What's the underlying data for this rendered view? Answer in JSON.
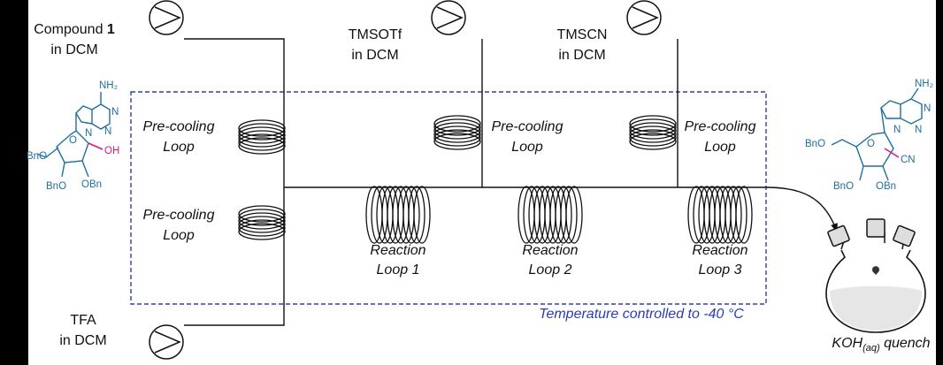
{
  "feeds": {
    "compound": {
      "line1_prefix": "Compound ",
      "line1_bold": "1",
      "line2": "in DCM"
    },
    "tmsotf": {
      "line1": "TMSOTf",
      "line2": "in DCM"
    },
    "tmscn": {
      "line1": "TMSCN",
      "line2": "in DCM"
    },
    "tfa": {
      "line1": "TFA",
      "line2": "in DCM"
    }
  },
  "precooling": {
    "line1": "Pre-cooling",
    "line2": "Loop"
  },
  "reaction_loops": [
    {
      "line1": "Reaction",
      "line2": "Loop 1"
    },
    {
      "line1": "Reaction",
      "line2": "Loop 2"
    },
    {
      "line1": "Reaction",
      "line2": "Loop 3"
    }
  ],
  "temperature_note": "Temperature  controlled to -40 °C",
  "quench": {
    "main": "KOH",
    "sub": "(aq)",
    "suffix": " quench"
  },
  "start_material": {
    "nh2": "NH₂",
    "n1": "N",
    "n2": "N",
    "n3": "N",
    "o_ring": "O",
    "oh": "OH",
    "bno_5": "BnO",
    "bno_3": "BnO",
    "obn_2": "OBn"
  },
  "product": {
    "nh2": "NH₂",
    "n1": "N",
    "n2": "N",
    "n3": "N",
    "o_ring": "O",
    "cn": "CN",
    "bno_5": "BnO",
    "bno_3": "BnO",
    "obn_2": "OBn"
  },
  "colors": {
    "structure_blue": "#1f6f9f",
    "highlight_pink": "#e0187a",
    "dashed_box": "#2a3db5",
    "temperature_text": "#2a3db5"
  }
}
